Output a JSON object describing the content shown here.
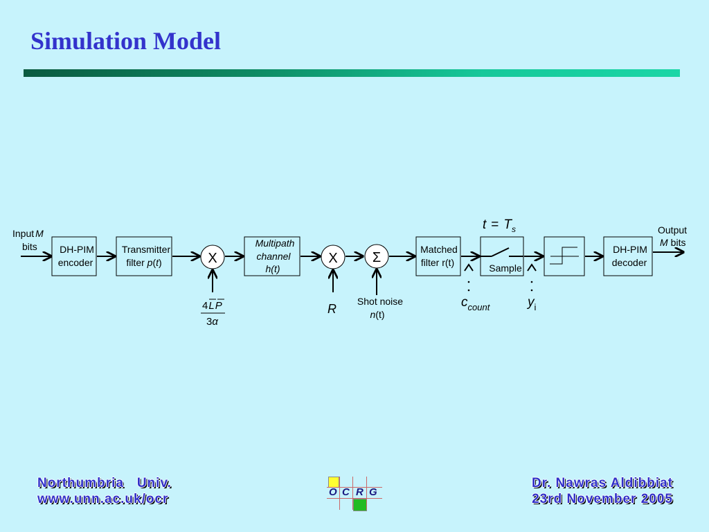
{
  "slide": {
    "title": "Simulation Model",
    "footer_left_line1": "Northumbria   Univ.",
    "footer_left_line2": "www.unn.ac.uk/ocr",
    "footer_right_line1": "Dr. Nawras Aldibbiat",
    "footer_right_line2": "23rd November 2005"
  },
  "logo": {
    "letters": [
      "O",
      "C",
      "R",
      "G"
    ]
  },
  "diagram": {
    "input_label": "Input",
    "input_var": "M",
    "input_bits": "bits",
    "encoder_line1": "DH-PIM",
    "encoder_line2": "encoder",
    "tx_line1": "Transmitter",
    "tx_line2_pre": "filter ",
    "tx_line2_p": "p",
    "tx_line2_paren_open": "(",
    "tx_line2_t": "t",
    "tx_line2_paren_close": ")",
    "mult1": "X",
    "gain_num_4": "4",
    "gain_num_L": "L",
    "gain_num_P": "P",
    "gain_den_3": "3",
    "gain_den_alpha": "α",
    "channel_line1": "Multipath",
    "channel_line2": "channel",
    "channel_line3": "h(t)",
    "mult2": "X",
    "responsivity": "R",
    "sum_symbol": "Σ",
    "noise_line1": "Shot noise",
    "noise_line2_n": "n",
    "noise_line2_rest": "(t)",
    "mf_line1": "Matched",
    "mf_line2": "filter r(t)",
    "c_main": "c",
    "c_sub": "count",
    "sample_t": "t",
    "sample_eq": "=",
    "sample_T": "T",
    "sample_s": "s",
    "sample_label": "Sample",
    "y_main": "y",
    "y_sub": "i",
    "decoder_line1": "DH-PIM",
    "decoder_line2": "decoder",
    "output_label": "Output",
    "output_var": "M",
    "output_bits": "bits"
  }
}
